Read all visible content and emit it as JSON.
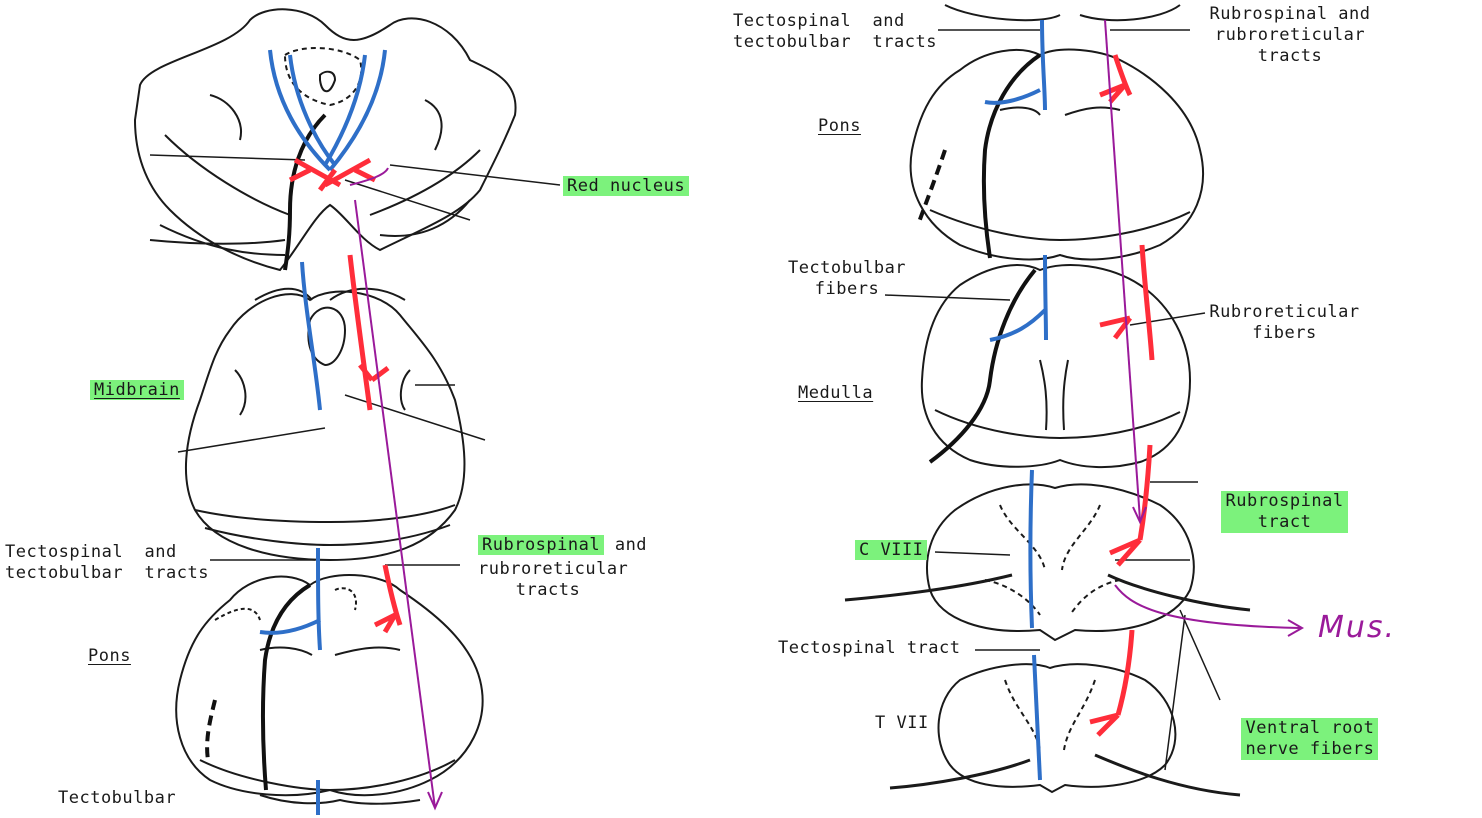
{
  "labels": {
    "red_nucleus": "Red nucleus",
    "midbrain": "Midbrain",
    "tectospinal_l": "Tectospinal  and\ntectobulbar  tracts",
    "rubrospinal_l_hl": "Rubrospinal",
    "rubrospinal_l_rest": " and",
    "rubrospinal_l_line2": "rubroreticular\ntracts",
    "pons_l": "Pons",
    "tectobulbar_l": "Tectobulbar",
    "tectospinal_r": "Tectospinal  and\ntectobulbar  tracts",
    "rubrospinal_r": "Rubrospinal and\nrubroreticular\ntracts",
    "pons_r": "Pons",
    "tectobulbar_fibers": "Tectobulbar\nfibers",
    "rubroreticular_fibers": "Rubroreticular\nfibers",
    "medulla": "Medulla",
    "rubrospinal_tract": "Rubrospinal\ntract",
    "c_viii": "C VIII",
    "tectospinal_tract": "Tectospinal  tract",
    "t_vii": "T VII",
    "ventral_root": "Ventral root\nnerve fibers"
  },
  "annotation": {
    "mus": "Mus."
  },
  "colors": {
    "highlight": "#7cf27c",
    "rubrospinal": "#ff2d3a",
    "tectospinal": "#2e6fc8",
    "annotation": "#9a1a9a",
    "outline": "#1a1a1a"
  }
}
